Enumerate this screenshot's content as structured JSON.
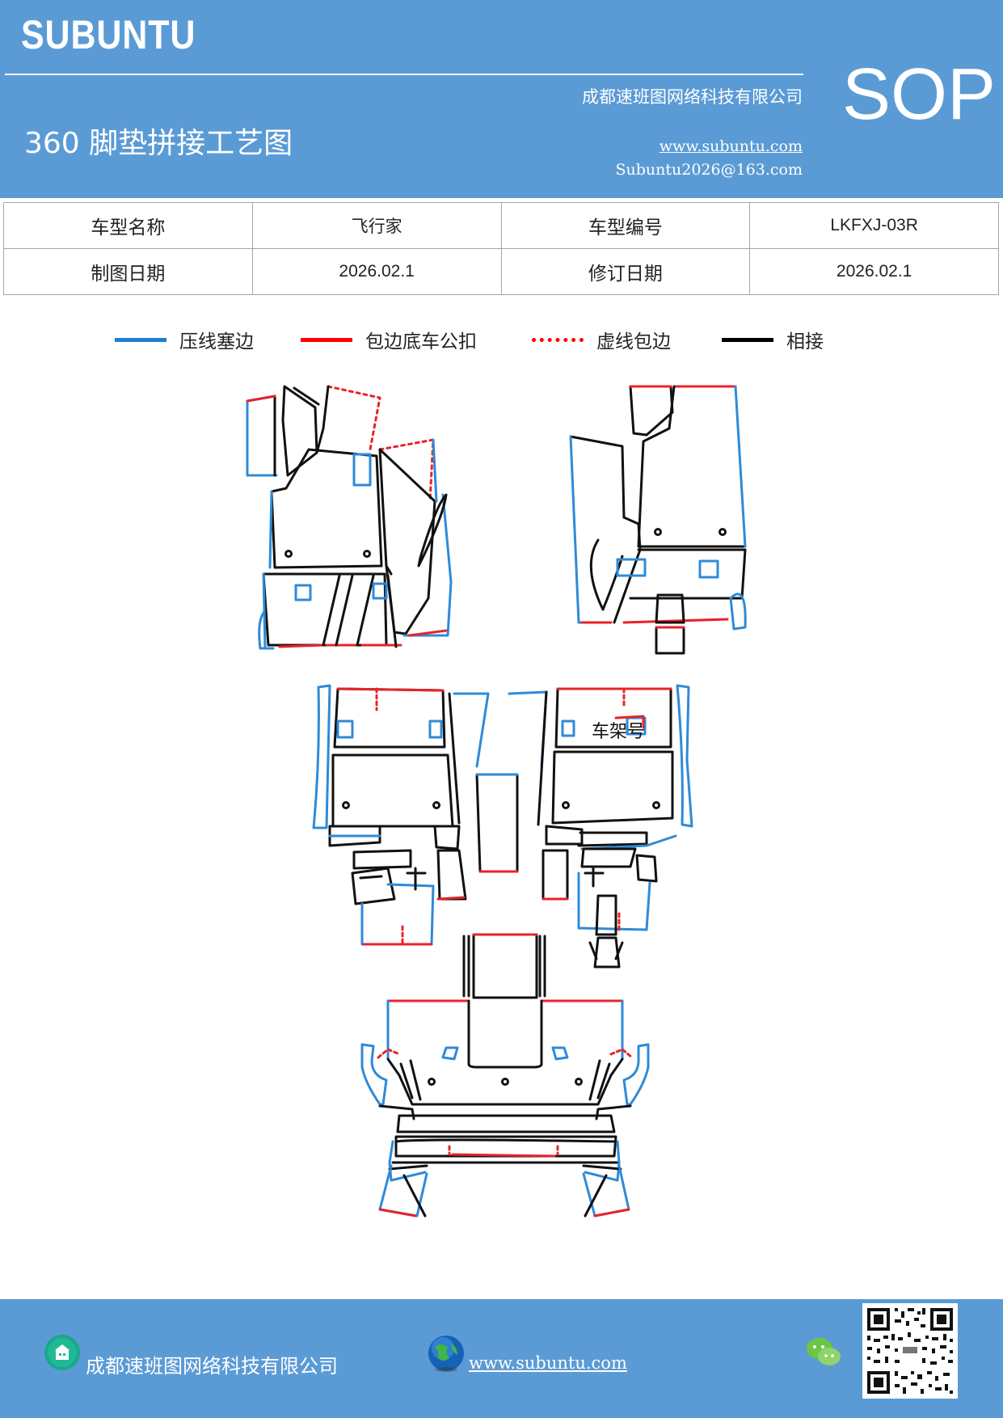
{
  "header": {
    "brand": "SUBUNTU",
    "company": "成都速班图网络科技有限公司",
    "title": "360 脚垫拼接工艺图",
    "website": "www.subuntu.com",
    "email": "Subuntu2026@163.com",
    "badge": "SOP"
  },
  "info_table": {
    "rows": [
      {
        "label1": "车型名称",
        "value1": "飞行家",
        "label2": "车型编号",
        "value2": "LKFXJ-03R"
      },
      {
        "label1": "制图日期",
        "value1": "2026.02.1",
        "label2": "修订日期",
        "value2": "2026.02.1"
      }
    ]
  },
  "legend": [
    {
      "label": "压线塞边",
      "color": "#1f7fd0",
      "style": "solid"
    },
    {
      "label": "包边底车公扣",
      "color": "#ff0000",
      "style": "solid"
    },
    {
      "label": "虚线包边",
      "color": "#ff0000",
      "style": "dotted"
    },
    {
      "label": "相接",
      "color": "#000000",
      "style": "solid"
    }
  ],
  "diagram": {
    "label_frame": "车架号",
    "colors": {
      "blue": "#2f8ad8",
      "red": "#e8232a",
      "black": "#111111"
    }
  },
  "footer": {
    "company": "成都速班图网络科技有限公司",
    "website": "www.subuntu.com",
    "icons": [
      "building-icon",
      "globe-icon",
      "wechat-icon",
      "qr-code"
    ]
  }
}
